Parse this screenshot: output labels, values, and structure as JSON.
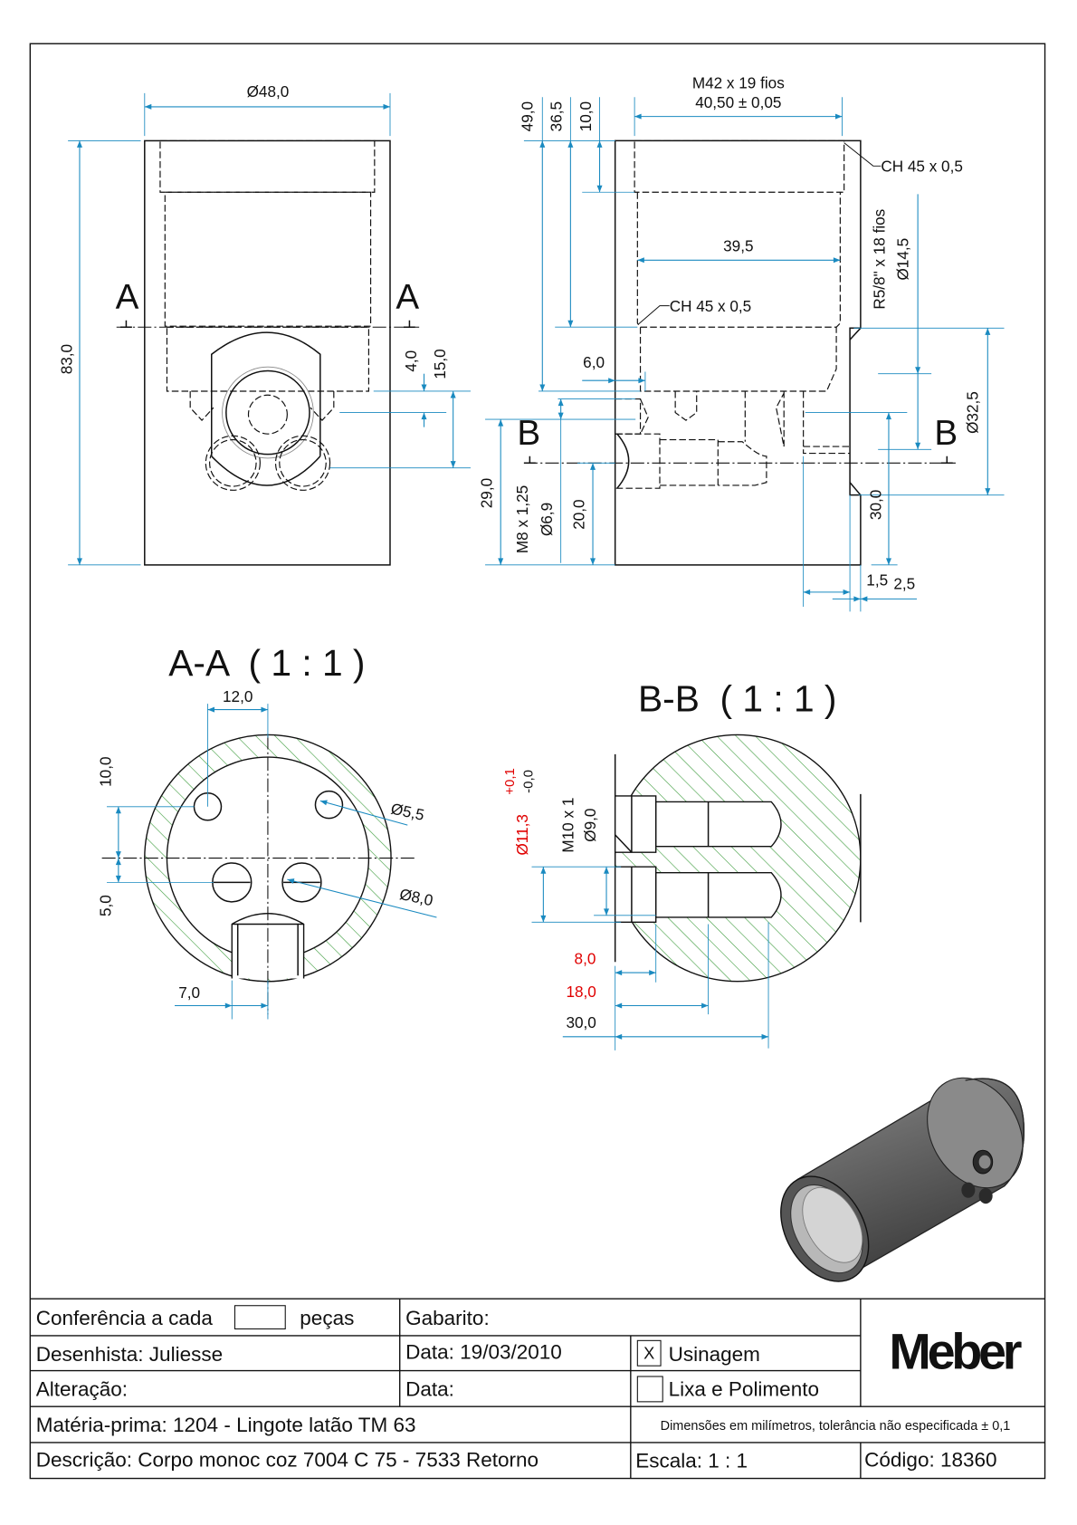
{
  "front_view": {
    "diameter": "Ø48,0",
    "height": "83,0",
    "dim_4": "4,0",
    "dim_15": "15,0",
    "section_label": "A"
  },
  "side_view": {
    "thread_main": "M42 x 19 fios",
    "thread_tol": "40,50 ± 0,05",
    "dim_49": "49,0",
    "dim_36_5": "36,5",
    "dim_10": "10,0",
    "chamfer_top": "CH 45 x 0,5",
    "dim_39_5": "39,5",
    "chamfer_inner": "CH 45 x 0,5",
    "thread_r": "R5/8\" x 18 fios",
    "dia_14_5": "Ø14,5",
    "dia_32_5": "Ø32,5",
    "dim_6": "6,0",
    "section_label": "B",
    "dim_29": "29,0",
    "thread_m8": "M8 x 1,25",
    "dia_6_9": "Ø6,9",
    "dim_20": "20,0",
    "dim_30": "30,0",
    "dim_1_5": "1,5",
    "dim_2_5": "2,5"
  },
  "section_aa": {
    "title": "A-A  ( 1 : 1 )",
    "dim_12": "12,0",
    "dim_10": "10,0",
    "dim_5": "5,0",
    "dim_7": "7,0",
    "dia_5_5": "Ø5,5",
    "dia_8": "Ø8,0"
  },
  "section_bb": {
    "title": "B-B  ( 1 : 1 )",
    "dia_11_3": "Ø11,3",
    "tol_plus": "+0,1",
    "tol_minus": "-0,0",
    "thread_m10": "M10 x 1",
    "dia_9": "Ø9,0",
    "dim_8": "8,0",
    "dim_18": "18,0",
    "dim_30": "30,0"
  },
  "colors": {
    "dimension": "#1a8ac0",
    "hatch": "#3a9a3a",
    "tolerance": "#e00000"
  },
  "title_block": {
    "conferencia": "Conferência a cada",
    "pecas": "peças",
    "gabarito": "Gabarito:",
    "desenhista": "Desenhista: Juliesse",
    "data1": "Data: 19/03/2010",
    "usinagem_check": "X",
    "usinagem": "Usinagem",
    "alteracao": "Alteração:",
    "data2": "Data:",
    "lixa": "Lixa e Polimento",
    "materia": "Matéria-prima: 1204 - Lingote latão TM 63",
    "dimensoes": "Dimensões em milímetros, tolerância não especificada ± 0,1",
    "descricao": "Descrição: Corpo monoc coz 7004 C 75 - 7533 Retorno",
    "escala": "Escala: 1 : 1",
    "codigo": "Código: 18360",
    "logo": "Meber"
  }
}
